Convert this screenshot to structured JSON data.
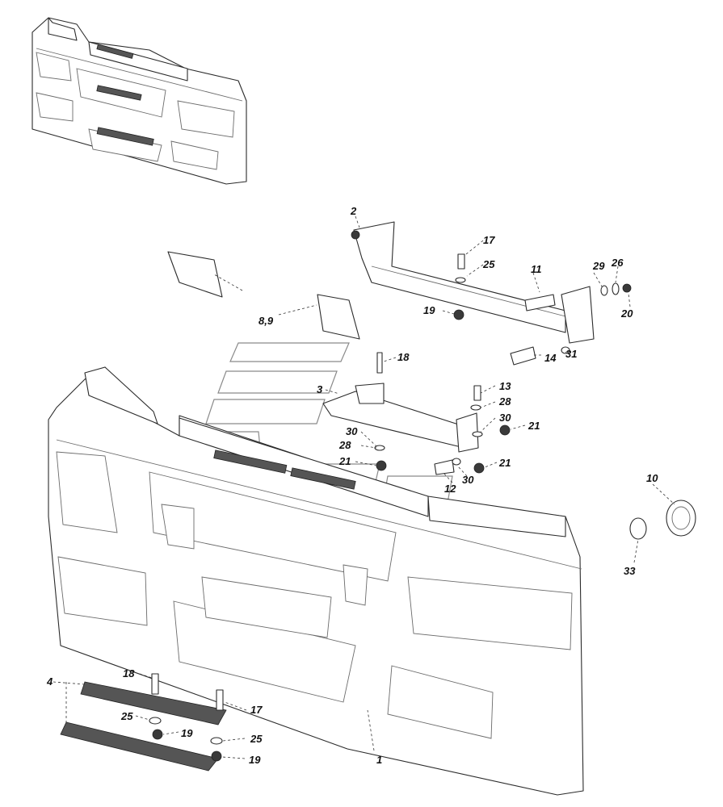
{
  "diagram": {
    "labels": [
      "1",
      "2",
      "3",
      "4",
      "8,9",
      "10",
      "11",
      "12",
      "13",
      "14",
      "17",
      "17",
      "18",
      "18",
      "19",
      "19",
      "19",
      "20",
      "21",
      "21",
      "21",
      "25",
      "25",
      "25",
      "26",
      "28",
      "28",
      "29",
      "30",
      "30",
      "30",
      "31",
      "33"
    ]
  }
}
